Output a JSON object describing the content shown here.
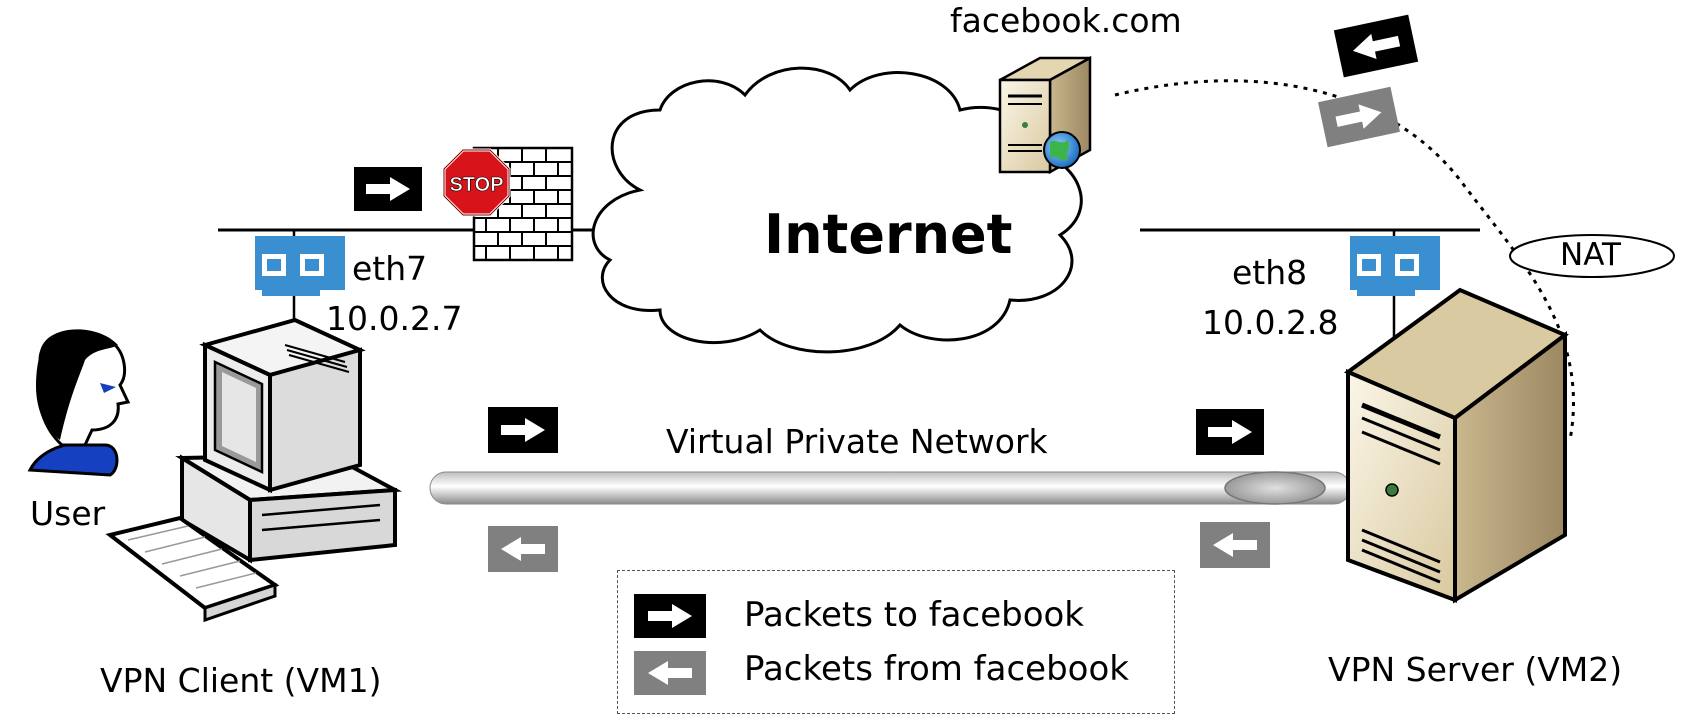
{
  "labels": {
    "facebook": "facebook.com",
    "internet": "Internet",
    "eth7": "eth7",
    "ip7": "10.0.2.7",
    "eth8": "eth8",
    "ip8": "10.0.2.8",
    "nat": "NAT",
    "vpn": "Virtual Private Network",
    "user": "User",
    "client": "VPN Client (VM1)",
    "server": "VPN Server (VM2)",
    "stop": "STOP"
  },
  "legend": {
    "to": "Packets to facebook",
    "from": "Packets from facebook"
  },
  "colors": {
    "packet_to": "#000000",
    "packet_from": "#808080",
    "nic": "#3a8fd0",
    "stop": "#d8141a",
    "server_body": "#e9dfc4",
    "user_shirt": "#1540c0"
  },
  "icons": [
    "stop-sign-icon",
    "firewall-icon",
    "nic-icon",
    "server-icon",
    "computer-icon",
    "user-icon",
    "globe-icon",
    "arrow-right-icon",
    "arrow-left-icon"
  ]
}
